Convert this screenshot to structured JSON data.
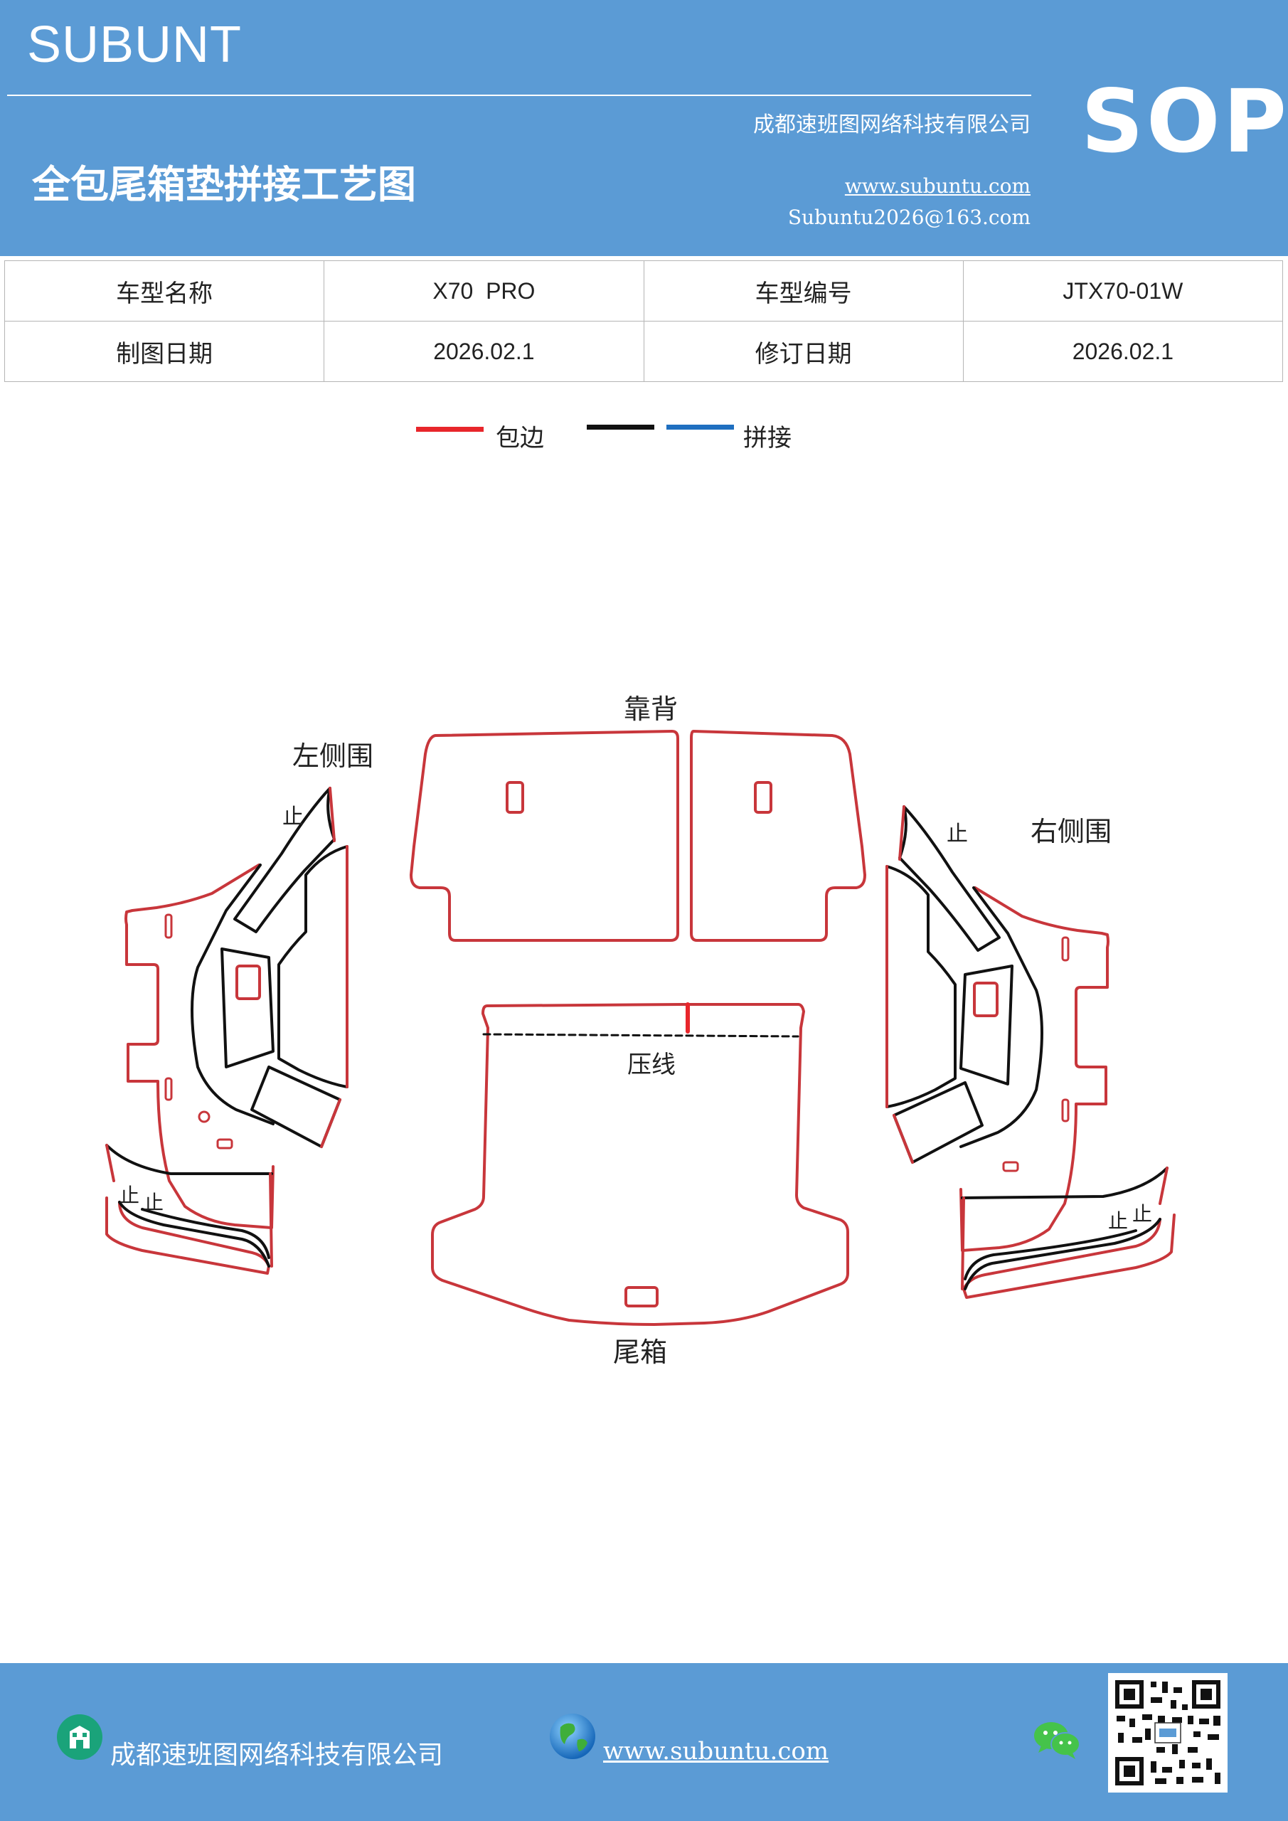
{
  "header": {
    "brand": "SUBUNT",
    "company": "成都速班图网络科技有限公司",
    "title": "全包尾箱垫拼接工艺图",
    "website": "www.subuntu.com",
    "email": "Subuntu2026@163.com",
    "badge": "SOP"
  },
  "info_table": {
    "rows": [
      {
        "label1": "车型名称",
        "value1": "X70  PRO",
        "label2": "车型编号",
        "value2": "JTX70-01W"
      },
      {
        "label1": "制图日期",
        "value1": "2026.02.1",
        "label2": "修订日期",
        "value2": "2026.02.1"
      }
    ]
  },
  "legend": {
    "red_label": "包边",
    "blue_label": "拼接",
    "colors": {
      "red": "#e8262b",
      "black": "#111111",
      "blue": "#1f6fc0"
    }
  },
  "diagram": {
    "labels": {
      "backrest": "靠背",
      "left_panel": "左侧围",
      "right_panel": "右侧围",
      "crease": "压线",
      "trunk": "尾箱",
      "stop": "止"
    },
    "colors": {
      "outline": "#c8363b",
      "seam": "#111111"
    }
  },
  "footer": {
    "company": "成都速班图网络科技有限公司",
    "website": "www.subuntu.com",
    "icons": [
      "building-icon",
      "globe-icon",
      "wechat-icon",
      "qr-code"
    ]
  }
}
